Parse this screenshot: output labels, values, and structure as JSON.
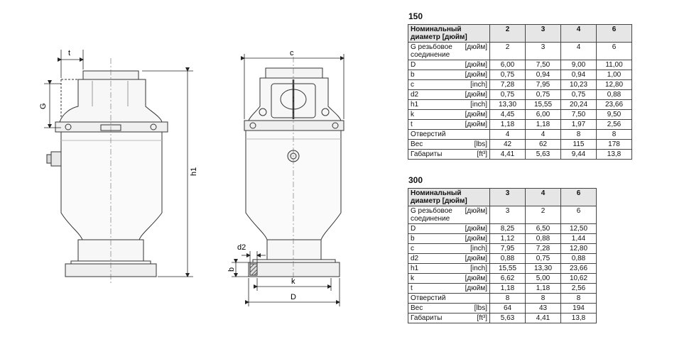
{
  "drawing": {
    "labels": {
      "t": "t",
      "G": "G",
      "c": "c",
      "h1": "h1",
      "d2": "d2",
      "b": "b",
      "k": "k",
      "D": "D"
    }
  },
  "table150": {
    "title": "150",
    "header": {
      "label": "Номинальный диаметр [дюйм]",
      "values": [
        "2",
        "3",
        "4",
        "6"
      ]
    },
    "rows": [
      {
        "name": "G резьбовое соединение",
        "unit": "[дюйм]",
        "values": [
          "2",
          "3",
          "4",
          "6"
        ]
      },
      {
        "name": "D",
        "unit": "[дюйм]",
        "values": [
          "6,00",
          "7,50",
          "9,00",
          "11,00"
        ]
      },
      {
        "name": "b",
        "unit": "[дюйм]",
        "values": [
          "0,75",
          "0,94",
          "0,94",
          "1,00"
        ]
      },
      {
        "name": "c",
        "unit": "[inch]",
        "values": [
          "7,28",
          "7,95",
          "10,23",
          "12,80"
        ]
      },
      {
        "name": "d2",
        "unit": "[дюйм]",
        "values": [
          "0,75",
          "0,75",
          "0,75",
          "0,88"
        ]
      },
      {
        "name": "h1",
        "unit": "[inch]",
        "values": [
          "13,30",
          "15,55",
          "20,24",
          "23,66"
        ]
      },
      {
        "name": "k",
        "unit": "[дюйм]",
        "values": [
          "4,45",
          "6,00",
          "7,50",
          "9,50"
        ]
      },
      {
        "name": "t",
        "unit": "[дюйм]",
        "values": [
          "1,18",
          "1,18",
          "1,97",
          "2,56"
        ]
      },
      {
        "name": "Отверстий",
        "unit": "",
        "values": [
          "4",
          "4",
          "8",
          "8"
        ]
      },
      {
        "name": "Вес",
        "unit": "[lbs]",
        "values": [
          "42",
          "62",
          "115",
          "178"
        ]
      },
      {
        "name": "Габариты",
        "unit": "[ft³]",
        "values": [
          "4,41",
          "5,63",
          "9,44",
          "13,8"
        ]
      }
    ]
  },
  "table300": {
    "title": "300",
    "header": {
      "label": "Номинальный диаметр [дюйм]",
      "values": [
        "3",
        "4",
        "6"
      ]
    },
    "rows": [
      {
        "name": "G резьбовое соединение",
        "unit": "[дюйм]",
        "values": [
          "3",
          "2",
          "6"
        ]
      },
      {
        "name": "D",
        "unit": "[дюйм]",
        "values": [
          "8,25",
          "6,50",
          "12,50"
        ]
      },
      {
        "name": "b",
        "unit": "[дюйм]",
        "values": [
          "1,12",
          "0,88",
          "1,44"
        ]
      },
      {
        "name": "c",
        "unit": "[inch]",
        "values": [
          "7,95",
          "7,28",
          "12,80"
        ]
      },
      {
        "name": "d2",
        "unit": "[дюйм]",
        "values": [
          "0,88",
          "0,75",
          "0,88"
        ]
      },
      {
        "name": "h1",
        "unit": "[inch]",
        "values": [
          "15,55",
          "13,30",
          "23,66"
        ]
      },
      {
        "name": "k",
        "unit": "[дюйм]",
        "values": [
          "6,62",
          "5,00",
          "10,62"
        ]
      },
      {
        "name": "t",
        "unit": "[дюйм]",
        "values": [
          "1,18",
          "1,18",
          "2,56"
        ]
      },
      {
        "name": "Отверстий",
        "unit": "",
        "values": [
          "8",
          "8",
          "8"
        ]
      },
      {
        "name": "Вес",
        "unit": "[lbs]",
        "values": [
          "64",
          "43",
          "194"
        ]
      },
      {
        "name": "Габариты",
        "unit": "[ft³]",
        "values": [
          "5,63",
          "4,41",
          "13,8"
        ]
      }
    ]
  }
}
